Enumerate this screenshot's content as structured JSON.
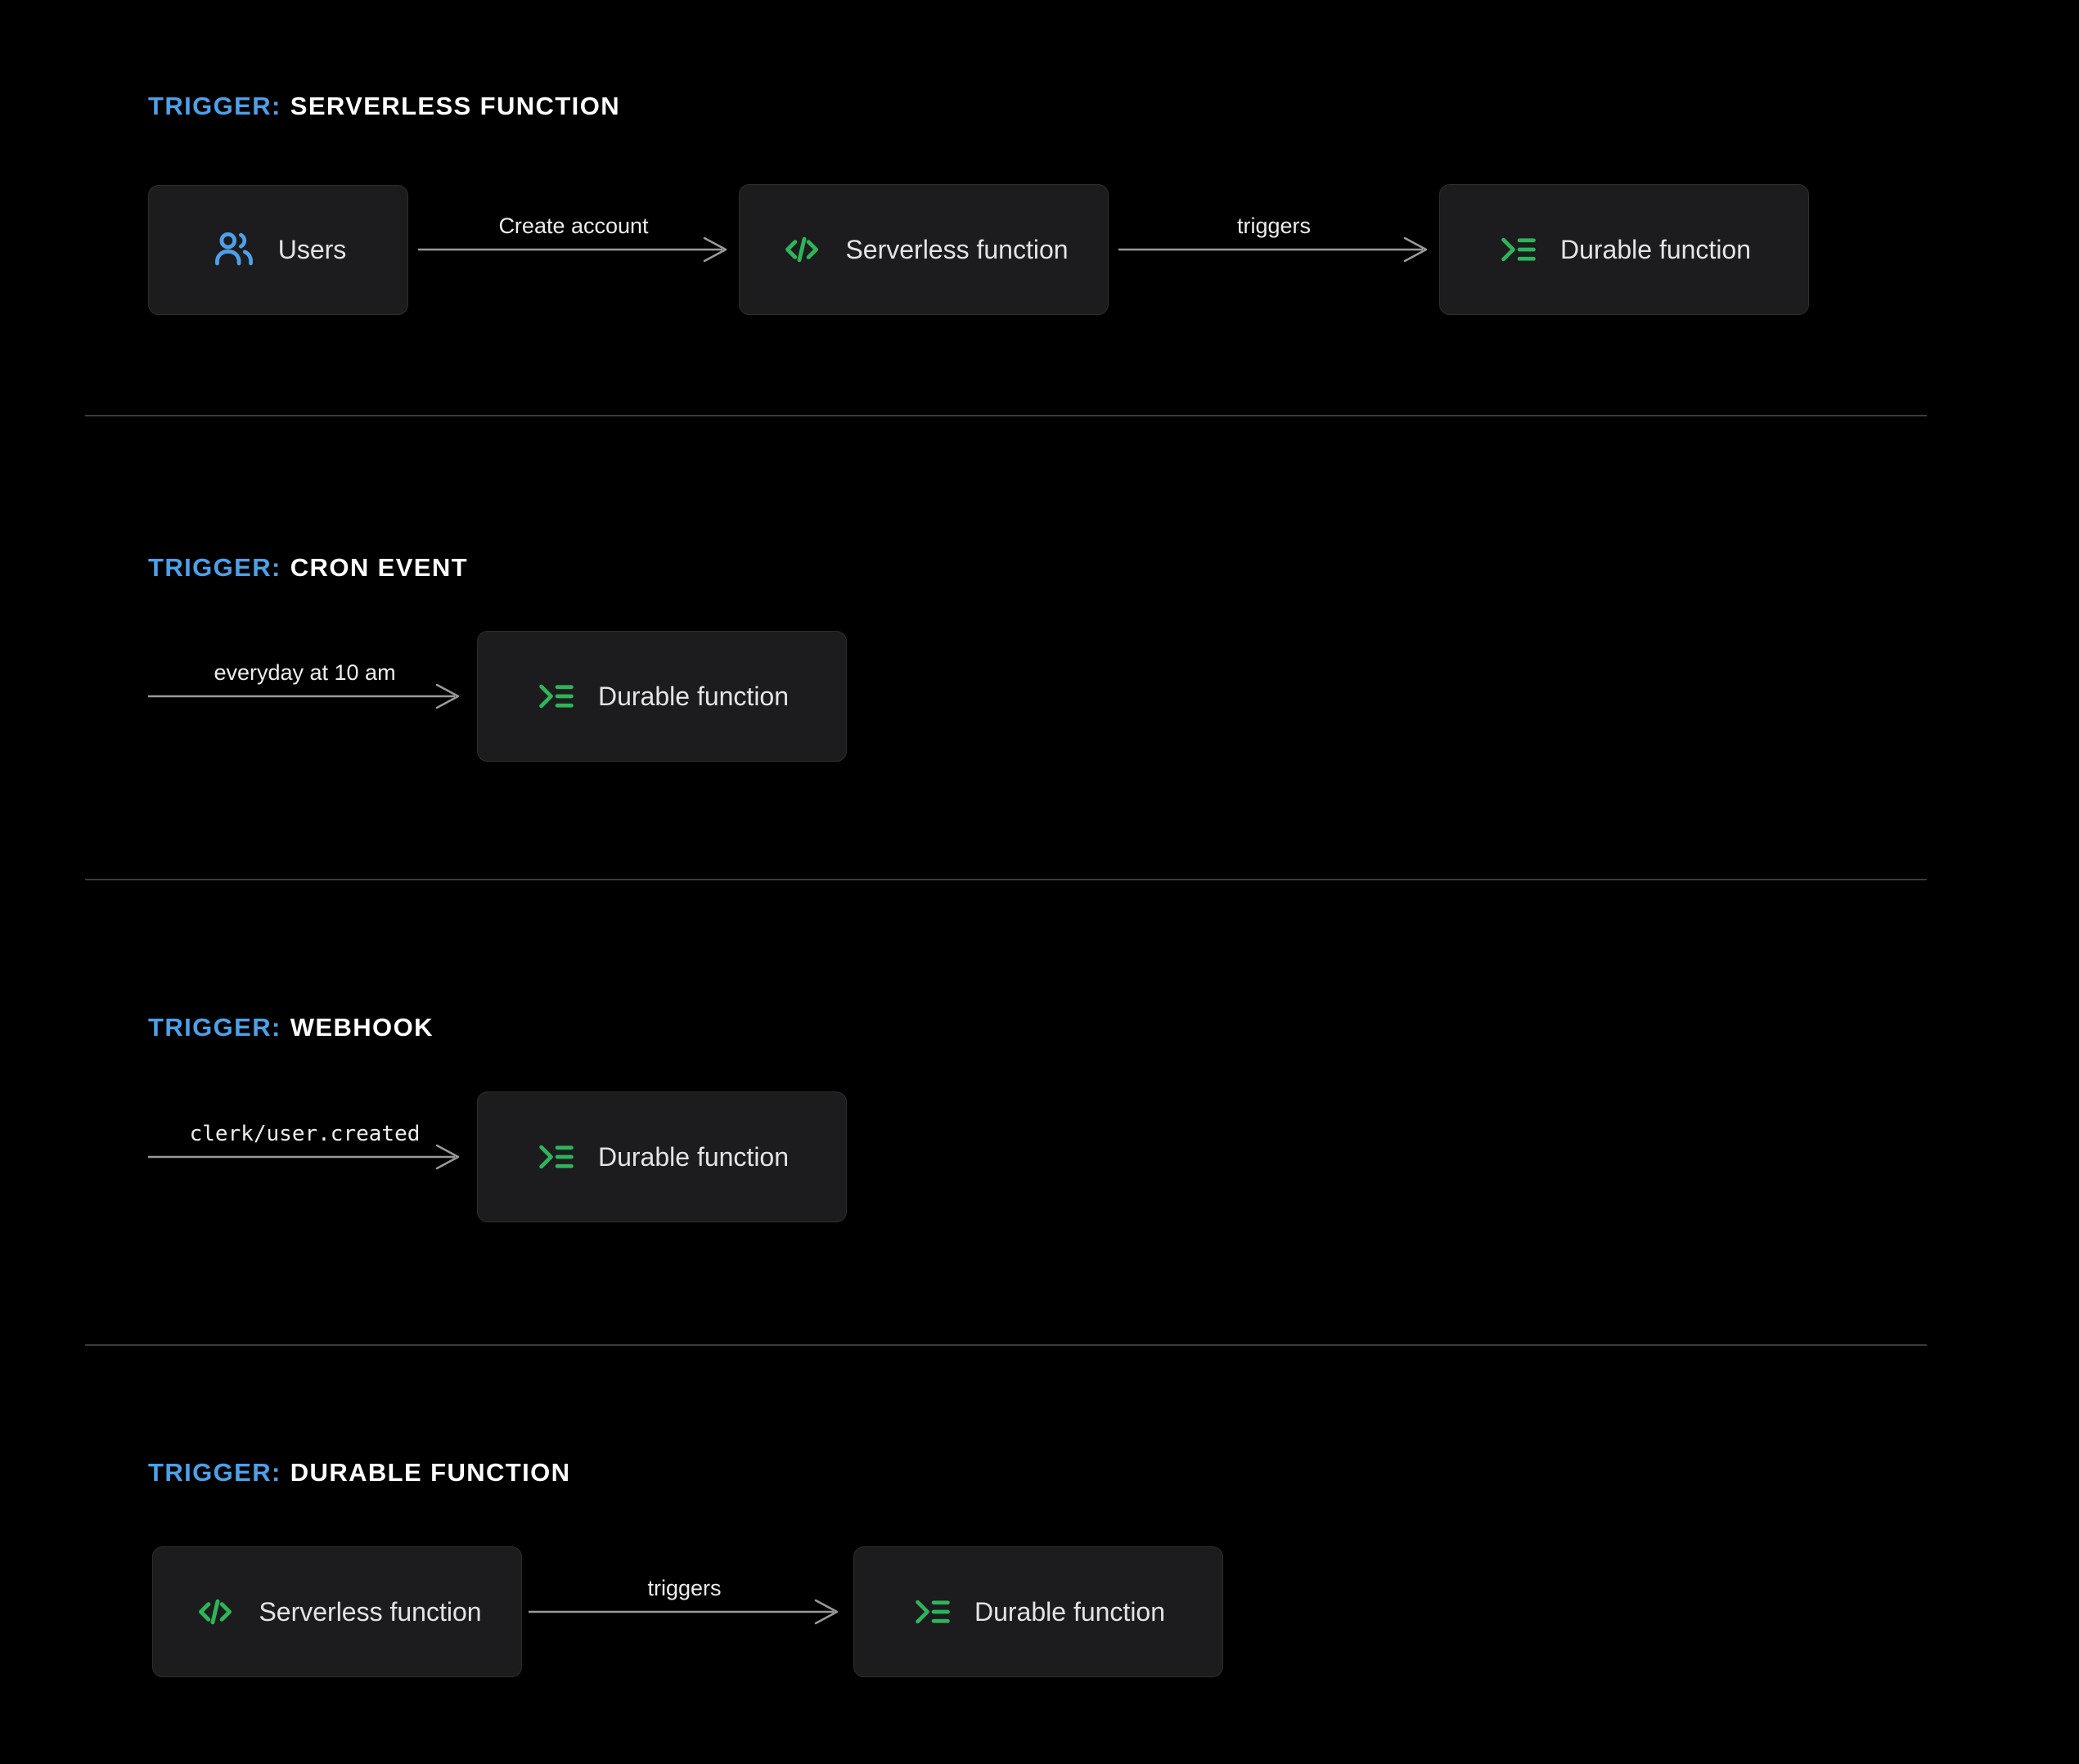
{
  "colors": {
    "background": "#000000",
    "accent_blue": "#4DA0E8",
    "accent_green": "#2FB45A",
    "node_background": "#1c1c1e",
    "arrow_gray": "#9a9a9a"
  },
  "sections": [
    {
      "title_prefix": "TRIGGER:",
      "title_rest": "SERVERLESS FUNCTION",
      "nodes": [
        {
          "label": "Users",
          "icon": "users-icon"
        },
        {
          "label": "Serverless function",
          "icon": "code-icon"
        },
        {
          "label": "Durable function",
          "icon": "durable-function-icon"
        }
      ],
      "arrows": [
        {
          "label": "Create account"
        },
        {
          "label": "triggers"
        }
      ]
    },
    {
      "title_prefix": "TRIGGER:",
      "title_rest": "CRON EVENT",
      "arrows": [
        {
          "label": "everyday at 10 am"
        }
      ],
      "nodes": [
        {
          "label": "Durable function",
          "icon": "durable-function-icon"
        }
      ]
    },
    {
      "title_prefix": "TRIGGER:",
      "title_rest": "WEBHOOK",
      "arrows": [
        {
          "label": "clerk/user.created",
          "mono": true
        }
      ],
      "nodes": [
        {
          "label": "Durable function",
          "icon": "durable-function-icon"
        }
      ]
    },
    {
      "title_prefix": "TRIGGER:",
      "title_rest": "DURABLE FUNCTION",
      "nodes": [
        {
          "label": "Serverless function",
          "icon": "code-icon"
        },
        {
          "label": "Durable function",
          "icon": "durable-function-icon"
        }
      ],
      "arrows": [
        {
          "label": "triggers"
        }
      ]
    }
  ]
}
